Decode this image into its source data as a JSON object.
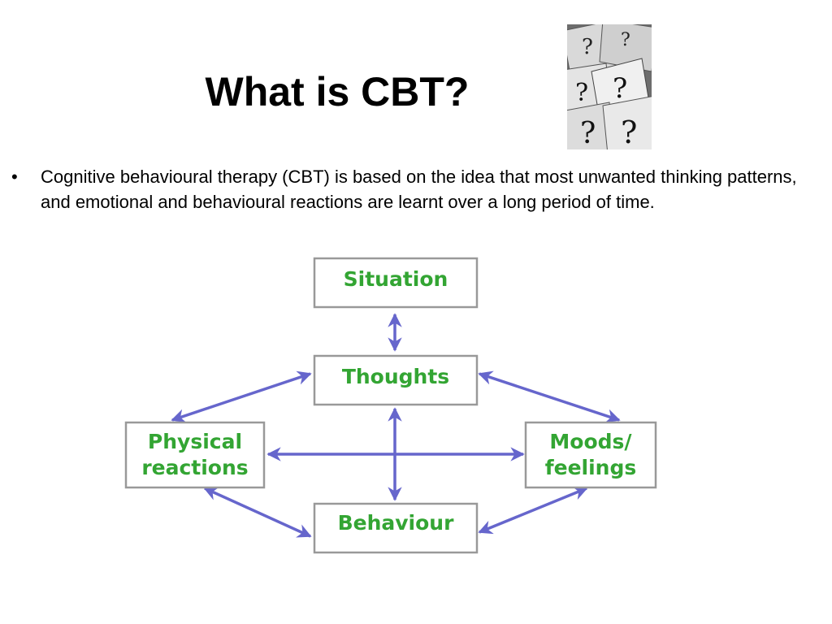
{
  "slide": {
    "title": "What is CBT?",
    "bullets": [
      {
        "marker": "•",
        "text": "Cognitive behavioural therapy (CBT) is based on the idea that most unwanted thinking patterns, and emotional and behavioural reactions are learnt over a long period of time."
      }
    ]
  },
  "decor_image": {
    "glyph": "?",
    "icon": "question-marks-photo"
  },
  "diagram": {
    "nodes": {
      "situation": [
        "Situation"
      ],
      "thoughts": [
        "Thoughts"
      ],
      "physical": [
        "Physical",
        "reactions"
      ],
      "moods": [
        "Moods/",
        "feelings"
      ],
      "behaviour": [
        "Behaviour"
      ]
    },
    "edges": [
      {
        "from": "situation",
        "to": "thoughts",
        "direction": "both"
      },
      {
        "from": "thoughts",
        "to": "behaviour",
        "direction": "both"
      },
      {
        "from": "physical",
        "to": "moods",
        "direction": "both"
      },
      {
        "from": "thoughts",
        "to": "physical",
        "direction": "both"
      },
      {
        "from": "thoughts",
        "to": "moods",
        "direction": "both"
      },
      {
        "from": "behaviour",
        "to": "physical",
        "direction": "both"
      },
      {
        "from": "behaviour",
        "to": "moods",
        "direction": "both"
      }
    ],
    "colors": {
      "label": "#33a533",
      "arrow": "#6666cc",
      "border": "#999999"
    }
  }
}
